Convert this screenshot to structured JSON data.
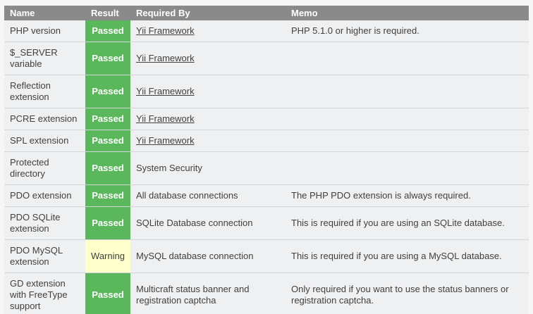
{
  "table": {
    "columns": [
      {
        "label": "Name"
      },
      {
        "label": "Result"
      },
      {
        "label": "Required By"
      },
      {
        "label": "Memo"
      }
    ],
    "rows": [
      {
        "name": "PHP version",
        "result": "Passed",
        "result_type": "passed",
        "required_by": "Yii Framework",
        "required_by_is_link": true,
        "memo": "PHP 5.1.0 or higher is required."
      },
      {
        "name": "$_SERVER variable",
        "result": "Passed",
        "result_type": "passed",
        "required_by": "Yii Framework",
        "required_by_is_link": true,
        "memo": ""
      },
      {
        "name": "Reflection extension",
        "result": "Passed",
        "result_type": "passed",
        "required_by": "Yii Framework",
        "required_by_is_link": true,
        "memo": ""
      },
      {
        "name": "PCRE extension",
        "result": "Passed",
        "result_type": "passed",
        "required_by": "Yii Framework",
        "required_by_is_link": true,
        "memo": ""
      },
      {
        "name": "SPL extension",
        "result": "Passed",
        "result_type": "passed",
        "required_by": "Yii Framework",
        "required_by_is_link": true,
        "memo": ""
      },
      {
        "name": "Protected directory",
        "result": "Passed",
        "result_type": "passed",
        "required_by": "System Security",
        "required_by_is_link": false,
        "memo": ""
      },
      {
        "name": "PDO extension",
        "result": "Passed",
        "result_type": "passed",
        "required_by": "All database connections",
        "required_by_is_link": false,
        "memo": "The PHP PDO extension is always required."
      },
      {
        "name": "PDO SQLite extension",
        "result": "Passed",
        "result_type": "passed",
        "required_by": "SQLite Database connection",
        "required_by_is_link": false,
        "memo": "This is required if you are using an SQLite database."
      },
      {
        "name": "PDO MySQL extension",
        "result": "Warning",
        "result_type": "warning",
        "required_by": "MySQL database connection",
        "required_by_is_link": false,
        "memo": "This is required if you are using a MySQL database."
      },
      {
        "name": "GD extension with FreeType support",
        "result": "Passed",
        "result_type": "passed",
        "required_by": "Multicraft status banner and registration captcha",
        "required_by_is_link": false,
        "memo": "Only required if you want to use the status banners or registration captcha."
      }
    ]
  },
  "colors": {
    "header_bg": "#8a8a8a",
    "row_bg": "#eef0f2",
    "passed_bg": "#5bb75b",
    "warning_bg": "#ffffcc",
    "text": "#404040",
    "separator": "#d4d7da"
  }
}
